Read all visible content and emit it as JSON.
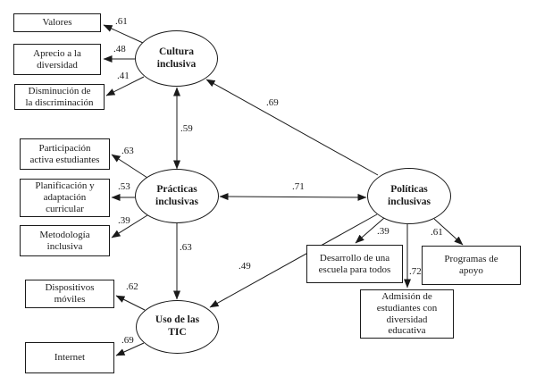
{
  "figure": {
    "type": "sem-path-diagram",
    "background_color": "#ffffff",
    "line_color": "#1a1a1a"
  },
  "latent_variables": {
    "cultura": {
      "label": "Cultura\ninclusiva"
    },
    "practicas": {
      "label": "Prácticas\ninclusivas"
    },
    "politicas": {
      "label": "Políticas\ninclusivas"
    },
    "uso_tic": {
      "label": "Uso de las\nTIC"
    }
  },
  "observed_variables": {
    "valores": {
      "label": "Valores",
      "loading": ".61"
    },
    "aprecio": {
      "label": "Aprecio a la\ndiversidad",
      "loading": ".48"
    },
    "disminucion": {
      "label": "Disminución de\nla discriminación",
      "loading": ".41"
    },
    "participacion": {
      "label": "Participación\nactiva estudiantes",
      "loading": ".63"
    },
    "planificacion": {
      "label": "Planificación y\nadaptación\ncurricular",
      "loading": ".53"
    },
    "metodologia": {
      "label": "Metodología\ninclusiva",
      "loading": ".39"
    },
    "dispositivos": {
      "label": "Dispositivos\nmóviles",
      "loading": ".62"
    },
    "internet": {
      "label": "Internet",
      "loading": ".69"
    },
    "desarrollo": {
      "label": "Desarrollo de una\nescuela para todos",
      "loading": ".39"
    },
    "programas": {
      "label": "Programas de\napoyo",
      "loading": ".61"
    },
    "admision": {
      "label": "Admisión de\nestudiantes con\ndiversidad\neducativa",
      "loading": ".72"
    }
  },
  "structural_paths": {
    "cultura_practicas": {
      "value": ".59"
    },
    "cultura_politicas": {
      "value": ".69"
    },
    "practicas_politicas": {
      "value": ".71"
    },
    "practicas_uso_tic": {
      "value": ".63"
    },
    "politicas_uso_tic": {
      "value": ".49"
    }
  }
}
